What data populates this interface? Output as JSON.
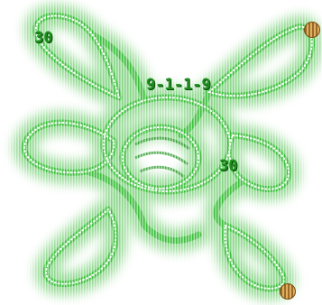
{
  "puzzle": {
    "labels": {
      "top_left": "30",
      "center": "9-1-1-9",
      "right": "30"
    },
    "colors": {
      "lace": "#2fb32f",
      "lace_glow": "#9ee39e",
      "label": "#1f8f1f",
      "corner_marker": "#c08a3a"
    }
  }
}
